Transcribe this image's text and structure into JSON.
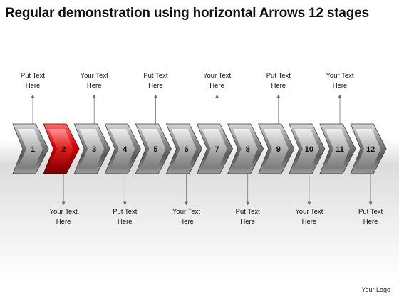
{
  "title": "Regular demonstration using horizontal Arrows 12 stages",
  "highlight_color": "#c00000",
  "arrow_color": "#6e6e6e",
  "stages": [
    {
      "number": "1",
      "label": [
        "Put Text",
        "Here"
      ],
      "label_position": "top",
      "highlighted": false
    },
    {
      "number": "2",
      "label": [
        "Your Text",
        "Here"
      ],
      "label_position": "bottom",
      "highlighted": true
    },
    {
      "number": "3",
      "label": [
        "Your Text",
        "Here"
      ],
      "label_position": "top",
      "highlighted": false
    },
    {
      "number": "4",
      "label": [
        "Put Text",
        "Here"
      ],
      "label_position": "bottom",
      "highlighted": false
    },
    {
      "number": "5",
      "label": [
        "Put Text",
        "Here"
      ],
      "label_position": "top",
      "highlighted": false
    },
    {
      "number": "6",
      "label": [
        "Your Text",
        "Here"
      ],
      "label_position": "bottom",
      "highlighted": false
    },
    {
      "number": "7",
      "label": [
        "Your Text",
        "Here"
      ],
      "label_position": "top",
      "highlighted": false
    },
    {
      "number": "8",
      "label": [
        "Put Text",
        "Here"
      ],
      "label_position": "bottom",
      "highlighted": false
    },
    {
      "number": "9",
      "label": [
        "Put Text",
        "Here"
      ],
      "label_position": "top",
      "highlighted": false
    },
    {
      "number": "10",
      "label": [
        "Your Text",
        "Here"
      ],
      "label_position": "bottom",
      "highlighted": false
    },
    {
      "number": "11",
      "label": [
        "Your Text",
        "Here"
      ],
      "label_position": "top",
      "highlighted": false
    },
    {
      "number": "12",
      "label": [
        "Put Text",
        "Here"
      ],
      "label_position": "bottom",
      "highlighted": false
    }
  ],
  "footer": {
    "logo": "Your Logo"
  }
}
